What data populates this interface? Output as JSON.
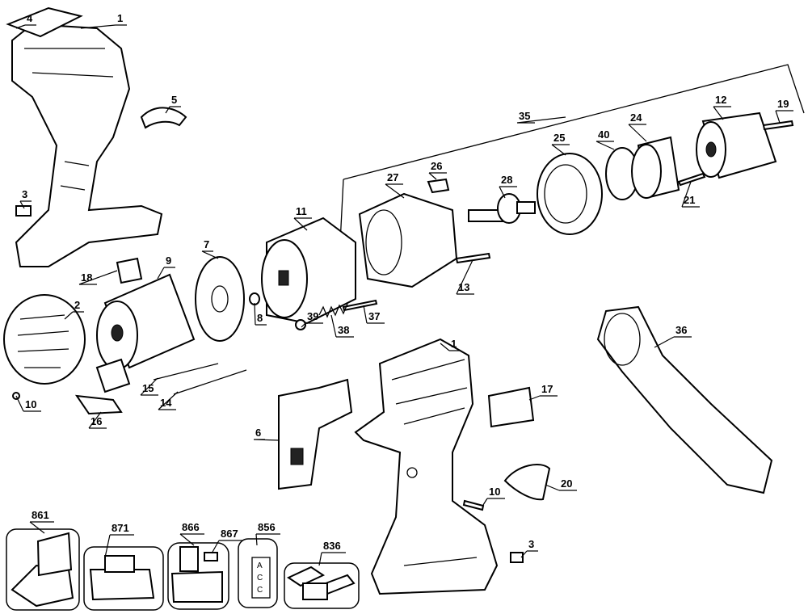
{
  "diagram": {
    "type": "exploded parts diagram",
    "callouts": [
      "4",
      "1",
      "5",
      "3",
      "18",
      "9",
      "7",
      "2",
      "11",
      "27",
      "26",
      "28",
      "25",
      "40",
      "24",
      "12",
      "19",
      "35",
      "21",
      "13",
      "8",
      "39",
      "38",
      "37",
      "36",
      "1",
      "17",
      "15",
      "14",
      "10",
      "16",
      "6",
      "20",
      "10",
      "3",
      "861",
      "871",
      "866",
      "867",
      "856",
      "836"
    ],
    "accessory_box_text": [
      "A",
      "C",
      "C"
    ]
  }
}
